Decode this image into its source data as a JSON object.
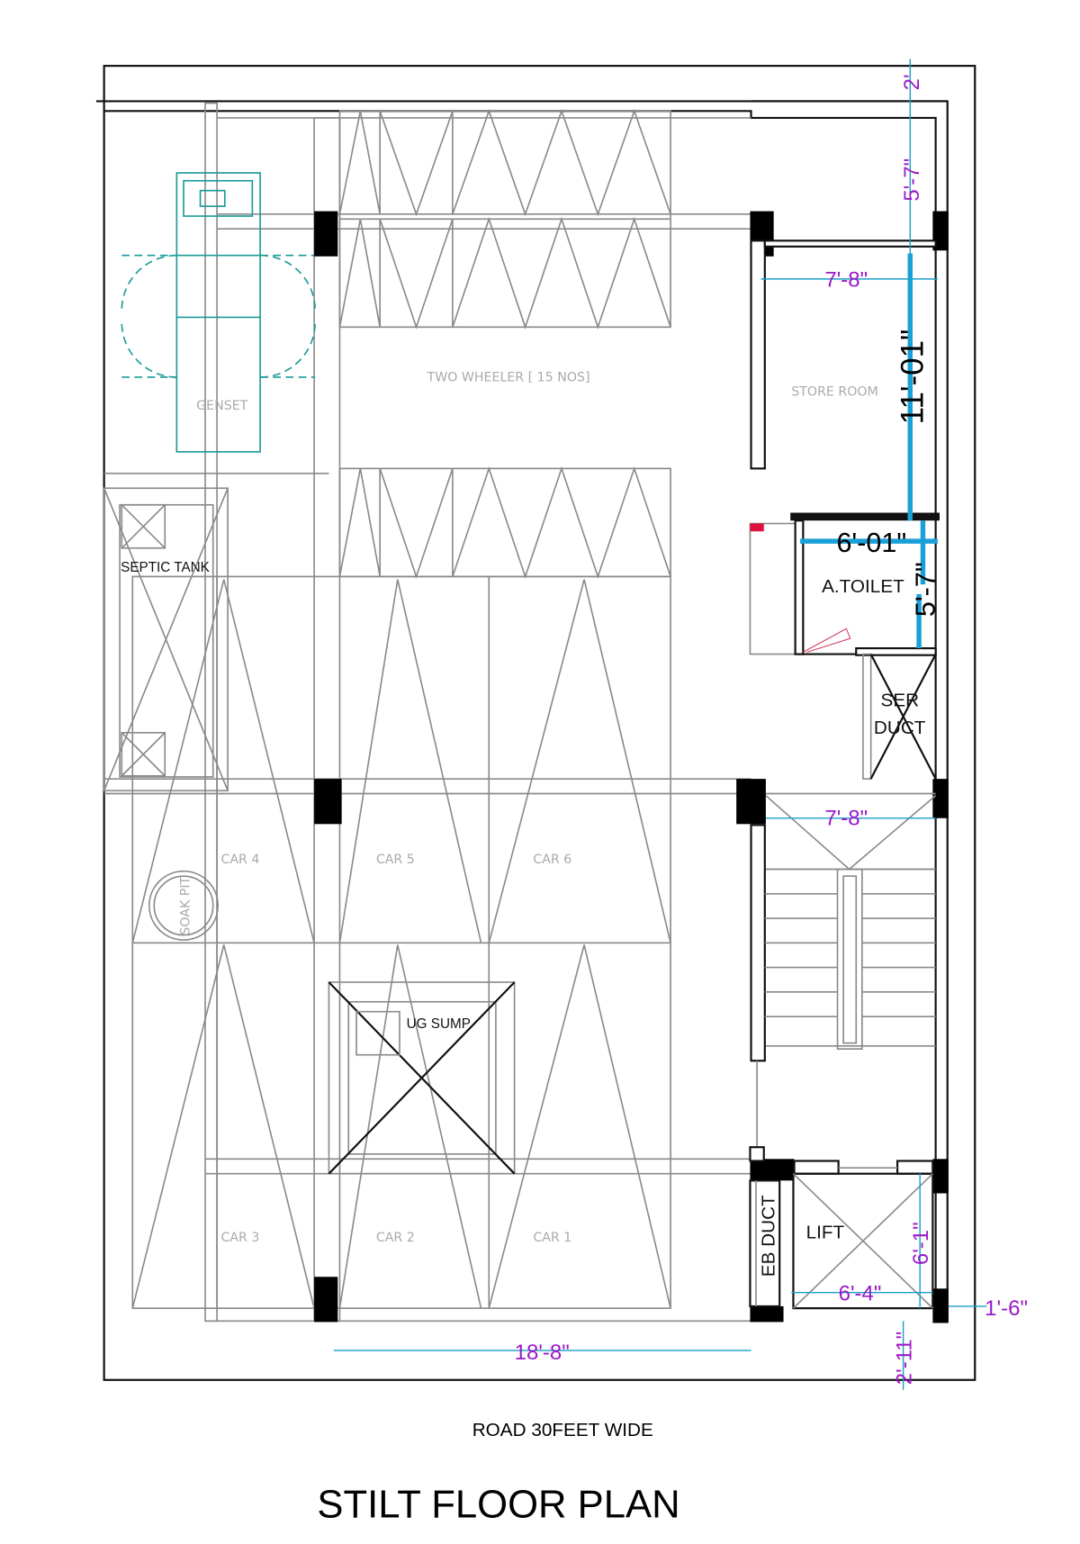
{
  "title": "STILT FLOOR PLAN",
  "road_label": "ROAD 30FEET WIDE",
  "rooms": {
    "genset": "GENSET",
    "two_wheeler": "TWO WHEELER [ 15 NOS]",
    "store_room": "STORE ROOM",
    "septic_tank": "SEPTIC TANK",
    "toilet": "A.TOILET",
    "ser_duct_1": "SER",
    "ser_duct_2": "DUCT",
    "car4": "CAR 4",
    "car5": "CAR 5",
    "car6": "CAR 6",
    "soak_pit": "SOAK PIT",
    "ug_sump": "UG SUMP",
    "car3": "CAR 3",
    "car2": "CAR 2",
    "car1": "CAR 1",
    "eb_duct": "EB DUCT",
    "lift": "LIFT"
  },
  "dimensions": {
    "top_setback": "2'",
    "store_depth": "5'-7\"",
    "store_width": "7'-8\"",
    "store_length": "11'-01\"",
    "toilet_width": "6'-01\"",
    "toilet_depth": "5'-7\"",
    "stair_width": "7'-8\"",
    "lift_depth": "6'-1\"",
    "lift_width": "6'-4\"",
    "side_setback": "1'-6\"",
    "front_setback": "2'-11\"",
    "parking_width": "18'-8\""
  },
  "colors": {
    "dimension_text": "#9a1ac8",
    "dimension_line": "#1aa0c8",
    "genset": "#1a9a9a"
  }
}
